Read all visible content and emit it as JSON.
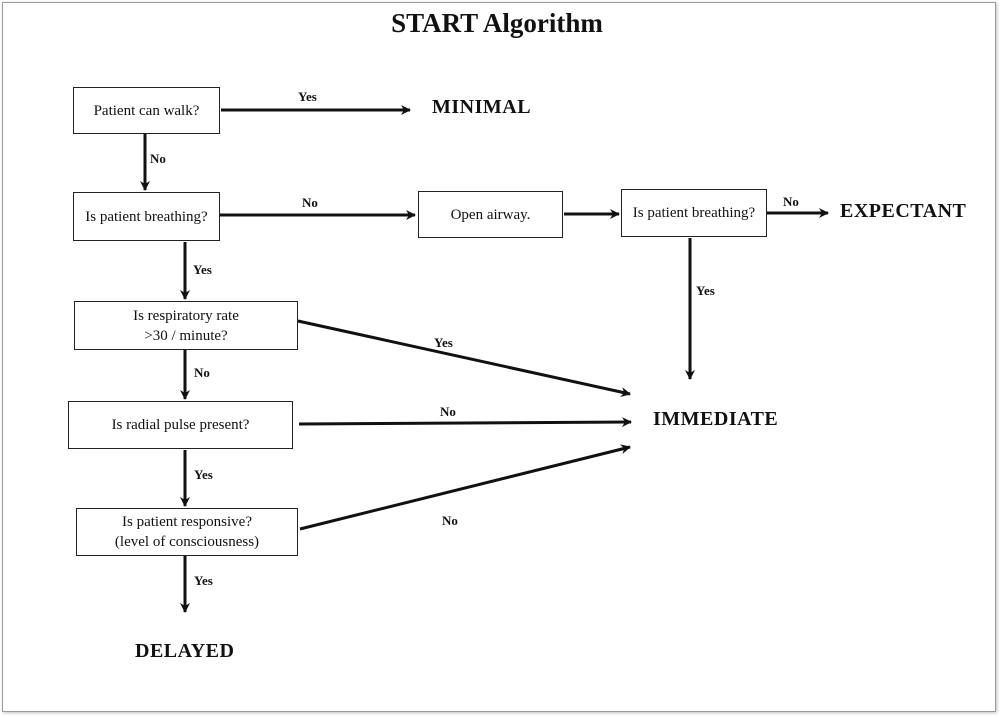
{
  "title": "START Algorithm",
  "nodes": {
    "walk": "Patient can walk?",
    "breathing1": "Is patient breathing?",
    "airway": "Open airway.",
    "breathing2": "Is patient breathing?",
    "resp_line1": "Is respiratory rate",
    "resp_line2": ">30 / minute?",
    "pulse": "Is radial pulse present?",
    "responsive_line1": "Is patient responsive?",
    "responsive_line2": "(level of consciousness)"
  },
  "outcomes": {
    "minimal": "MINIMAL",
    "expectant": "EXPECTANT",
    "immediate": "IMMEDIATE",
    "delayed": "DELAYED"
  },
  "labels": {
    "walk_yes": "Yes",
    "walk_no": "No",
    "breathing1_no": "No",
    "breathing1_yes": "Yes",
    "breathing2_no": "No",
    "breathing2_yes": "Yes",
    "resp_yes": "Yes",
    "resp_no": "No",
    "pulse_no": "No",
    "pulse_yes": "Yes",
    "responsive_no": "No",
    "responsive_yes": "Yes"
  }
}
